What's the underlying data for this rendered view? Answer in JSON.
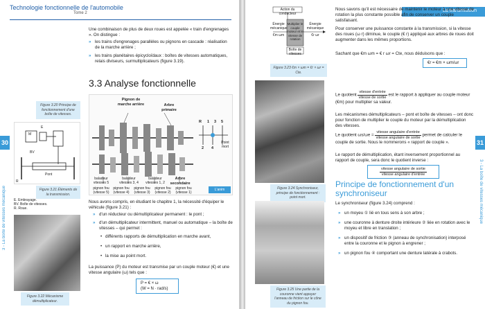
{
  "left_page": {
    "header_title": "Technologie fonctionnelle de l'automobile",
    "header_subtitle": "Tome 2",
    "page_number": "30",
    "side_text": "3 - La boîte de vitesses mécanique",
    "intro": "Une combinaison de plus de deux roues est appelée « train d'engrenages ». On distingue :",
    "intro_bullets": [
      "les trains d'engrenages parallèles ou pignons en cascade : réalisation de la marche arrière ;",
      "les trains planétaires épicycloïdaux : boîtes de vitesses automatiques, relais diviseurs, surmultiplicateurs (figure 3.19)."
    ],
    "section_title": "3.3 Analyse fonctionnelle",
    "fig320_caption": "Figure 3.20 Principe de fonctionnement d'une boîte de vitesses.",
    "fig321_caption": "Figure 3.21 Éléments de la transmission.",
    "fig321_labels": {
      "m": "M",
      "e": "E",
      "bv": "BV",
      "pont": "Pont",
      "r": "R"
    },
    "fig321_legend": [
      "E. Embrayage.",
      "BV. Boîte de vitesses.",
      "R. Roue."
    ],
    "fig322_caption": "Figure 3.22 Mécanisme démultiplicateur.",
    "diagram_labels": {
      "pignon_marche_arriere": "Pignon de marche arrière",
      "arbre_primaire": "Arbre primaire",
      "baladeur_1": "baladeur vitesses 5",
      "baladeur_2": "baladeur vitesses 3, 4",
      "baladeur_3": "baladeur vitesses 1, 2",
      "arbre_secondaire": "Arbre secondaire",
      "pignon_1": "pignon fou (vitesse 5)",
      "pignon_2": "pignon fou (vitesse 4)",
      "pignon_3": "pignon fou (vitesse 3)",
      "pignon_4": "pignon fou (vitesse 2)",
      "pignon_5": "pignon fou (vitesse 1)",
      "grid": [
        "R",
        "1",
        "3",
        "5",
        "2",
        "4"
      ],
      "point_mort": "Point mort",
      "vignette": "L'anim"
    },
    "body_text": "Nous avons compris, en étudiant le chapitre 1, la nécessité d'équiper le véhicule (figure 3.21) :",
    "body_bullets": [
      "d'un réducteur ou démultiplicateur permanent : le pont ;",
      "d'un démultiplicateur intermittent, manuel ou automatique – la boîte de vitesses – qui permet :"
    ],
    "sub_bullets": [
      "différents rapports de démultiplication en marche avant,",
      "un rapport en marche arrière,",
      "la mise au point mort."
    ],
    "power_text": "La puissance (P) du moteur est transmise par un couple moteur (€) et une vitesse angulaire (ω) tels que :",
    "formula_1": "P = € × ω",
    "formula_2": "(W = N · rad/s)"
  },
  "right_page": {
    "header_title": "La transmission",
    "page_number": "31",
    "side_text": "3 - La boîte de vitesses mécanique",
    "fig323_caption": "Figure 3.23 €m × ωm = €r × ωr = Cte.",
    "fig323_labels": {
      "action": "Action du conducteur",
      "energie_in": "Énergie mécanique",
      "omega_in": "€m ωm",
      "box_center": "Multiplier le couple moteur et le vitesse de rotation",
      "energie_out": "Énergie mécanique",
      "omega_out": "€r ωr",
      "boite": "Boîte de vitesses"
    },
    "para1": "Nous savons qu'il est nécessaire de maintenir le moteur à une vitesse de rotation la plus constante possible afin de conserver un couple satisfaisant.",
    "para2": "Pour conserver une puissance constante à la transmission, si la vitesse des roues (ω r) diminue, le couple (€ r) appliqué aux arbres de roues doit augmenter dans les mêmes proportions.",
    "para3": "Sachant que €m ωm = € r ωr = Cte, nous déduisons que :",
    "formula_ratio": "€r = €m × ωm/ωr",
    "para4a": "Le quotient",
    "frac1_num": "vitesse d'entrée",
    "frac1_den": "vitesse de sortie",
    "para4b": "est le rapport à appliquer au couple moteur (€m) pour multiplier sa valeur.",
    "para5": "Les mécanismes démultiplicateurs – pont et boîte de vitesses – ont donc pour fonction de multiplier le couple du moteur par la démultiplication des vitesses.",
    "para6a": "Le quotient",
    "frac2_lhs": "ωs/ωe",
    "frac2_num": "vitesse angulaire d'entrée",
    "frac2_den": "vitesse angulaire de sortie",
    "para6b": "permet de calculer le couple de sortie. Nous le nommerons « rapport de couple ».",
    "para7": "Le rapport de démultiplication, étant inversement proportionnel au rapport de couple, sera donc le quotient inverse :",
    "formula_demul_num": "vitesse angulaire de sortie",
    "formula_demul_den": "vitesse angulaire d'entrée",
    "section_title": "Principe de fonctionnement d'un synchroniseur",
    "para8": "Le synchroniseur (figure 3.24) comprend :",
    "synchro_bullets": [
      "un moyeu ① lié en tous sens à son arbre ;",
      "une couronne à denture droite intérieure ② liée en rotation avec le moyeu et libre en translation ;",
      "un dispositif de friction ③ (anneau de synchronisation) interposé entre la couronne et le pignon à engrener ;",
      "un pignon fou ④ comportant une denture latérale à crabots."
    ],
    "fig324_caption": "Figure 3.24 Synchroniseur, principe de fonctionnement : point mort.",
    "fig325_caption": "Figure 3.25 Une partie de la couronne vient appuyer l'anneau de friction sur le cône du pignon fou."
  },
  "colors": {
    "accent": "#3a9bd8",
    "accent_dark": "#1e5ea8",
    "caption_bg": "#d8ecf8"
  }
}
